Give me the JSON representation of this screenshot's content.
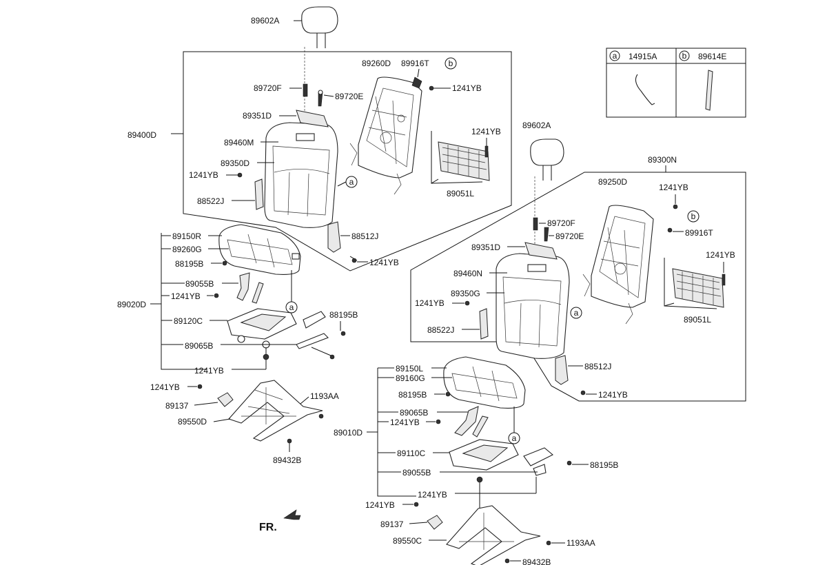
{
  "legend": {
    "a_letter": "a",
    "a_part": "14915A",
    "b_letter": "b",
    "b_part": "89614E"
  },
  "left_seat": {
    "headrest": "89602A",
    "assembly": "89400D",
    "frame": "89260D",
    "bolt_t": "89916T",
    "callout_b": "b",
    "bolt_yb_1": "1241YB",
    "guide_f": "89720F",
    "guide_e": "89720E",
    "cover_d": "89351D",
    "back_pad": "89460M",
    "bolt_yb_2": "1241YB",
    "trim": "89350D",
    "bolt_yb_3": "1241YB",
    "panel": "89051L",
    "callout_a": "a",
    "side_cover": "88522J",
    "hinge_cover": "88512J",
    "bolt_yb_4": "1241YB",
    "cushion_cover": "89150R",
    "cushion_pad": "89260G",
    "bolt_b": "88195B",
    "bracket_b": "89055B",
    "bolt_yb_5": "1241YB",
    "cushion_assy": "89020D",
    "callout_a2": "a",
    "cushion_frame": "89120C",
    "bolt_b2": "88195B",
    "bracket_65b": "89065B",
    "bolt_yb_6": "1241YB",
    "bolt_yb_7": "1241YB",
    "aa": "1193AA",
    "cover_137": "89137",
    "track": "89550D",
    "bolt_432": "89432B"
  },
  "right_seat": {
    "headrest": "89602A",
    "assembly": "89300N",
    "frame": "89250D",
    "bolt_yb_1": "1241YB",
    "callout_b": "b",
    "bolt_t": "89916T",
    "guide_f": "89720F",
    "guide_e": "89720E",
    "cover_d": "89351D",
    "bolt_yb_2": "1241YB",
    "back_pad": "89460N",
    "trim": "89350G",
    "bolt_yb_3": "1241YB",
    "panel": "89051L",
    "callout_a": "a",
    "side_cover": "88522J",
    "hinge_cover": "88512J",
    "bolt_yb_4": "1241YB",
    "cushion_cover": "89150L",
    "cushion_pad": "89160G",
    "bolt_b": "88195B",
    "bracket_65b": "89065B",
    "bolt_yb_5": "1241YB",
    "cushion_assy": "89010D",
    "callout_a2": "a",
    "cushion_frame": "89110C",
    "bolt_b2": "88195B",
    "bracket_55b": "89055B",
    "bolt_yb_6": "1241YB",
    "bolt_yb_7": "1241YB",
    "cover_137": "89137",
    "track": "89550C",
    "aa": "1193AA",
    "bolt_432": "89432B"
  },
  "direction_label": "FR."
}
